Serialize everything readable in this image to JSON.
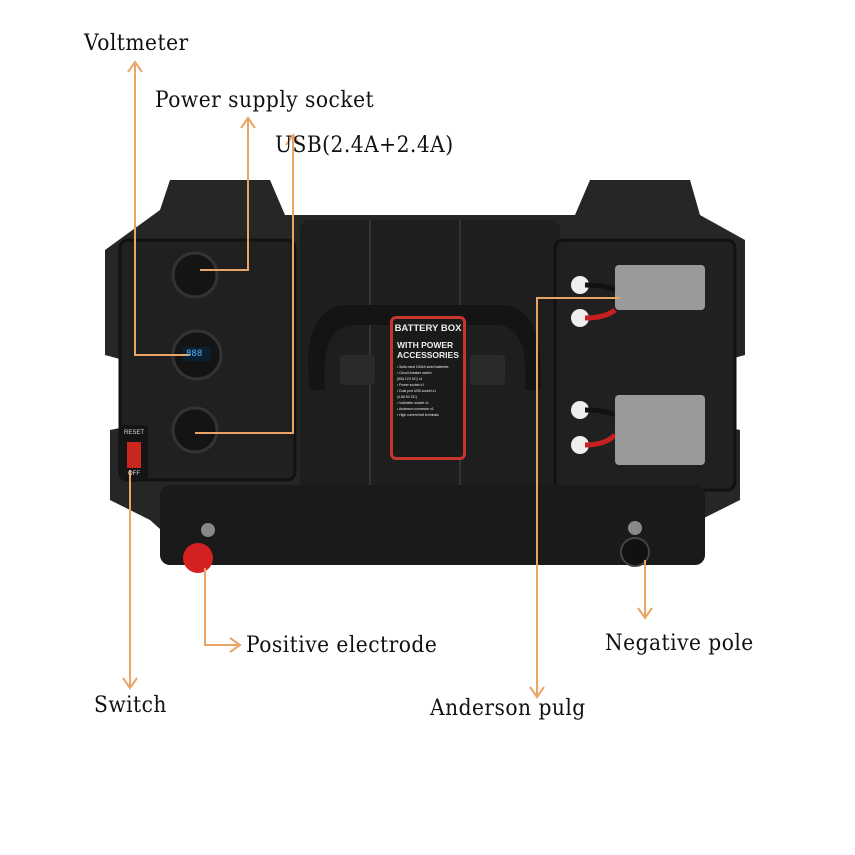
{
  "colors": {
    "annotation_line": "#e9a566",
    "box_body": "#1c1c1c",
    "plate_border": "#c7362b",
    "connector": "#9a9a9a",
    "terminal_positive": "#d42020"
  },
  "annotations": {
    "voltmeter": "Voltmeter",
    "power_socket": "Power supply socket",
    "usb": "USB(2.4A+2.4A)",
    "switch": "Switch",
    "positive": "Positive electrode",
    "negative": "Negative pole",
    "anderson": "Anderson pulg"
  },
  "plate": {
    "title": "BATTERY BOX",
    "subtitle": "WITH POWER ACCESSORIES",
    "items": [
      "• Suits most 100Ah sized batteries",
      "• Circuit breaker switch",
      "  (50A 12V DC) x1",
      "• Power socket x1",
      "• Dual port USB socket x1",
      "  (4.8A 5V DC)",
      "• Voltmeter socket x1",
      "• Anderson connector x1",
      "• High current bolt terminals"
    ]
  },
  "switch": {
    "on_label": "RESET",
    "off_label": "OFF"
  },
  "voltmeter_reading": "888"
}
